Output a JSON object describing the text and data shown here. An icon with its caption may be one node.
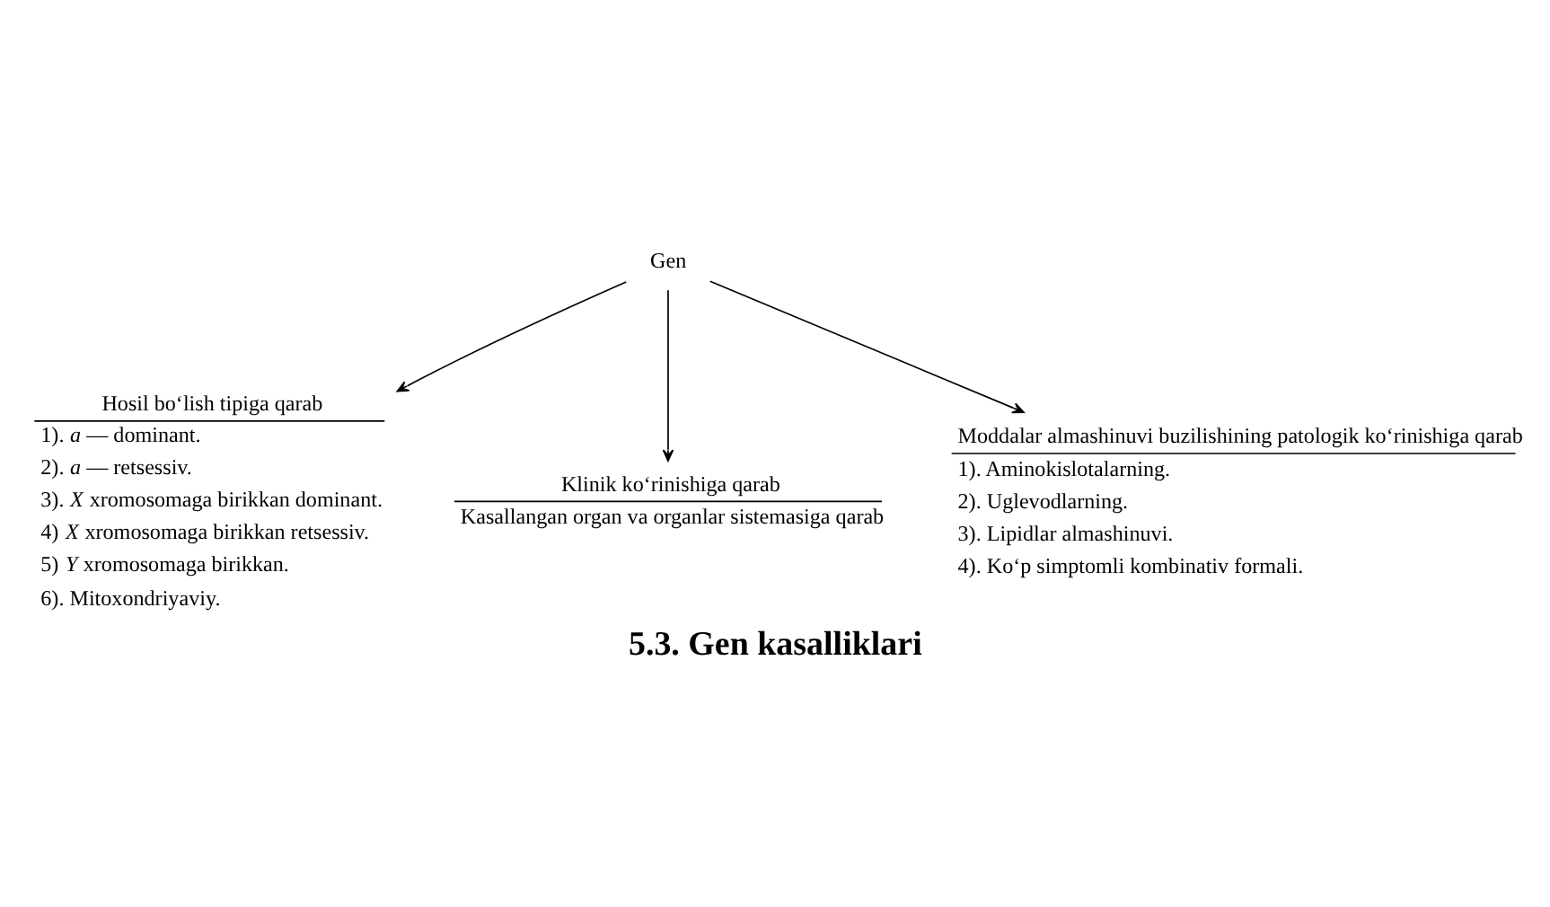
{
  "diagram": {
    "caption": "5.3. Gen kasalliklari",
    "nodes": [
      {
        "text": [
          "Gen"
        ]
      },
      {
        "text": [
          "Hosil bo‘lish tipiga qarab",
          "1). *a* — dominant.",
          "2). *a* — retsessiv.",
          "3). *X* xromosomaga birikkan dominant.",
          "4) *X* xromosomaga birikkan retsessiv.",
          "5) *Y* xromosomaga birikkan.",
          "6). Mitoxondriyaviy."
        ]
      },
      {
        "text": [
          "Klinik ko‘rinishiga qarab",
          "Kasallangan organ va organlar sistemasiga qarab"
        ]
      },
      {
        "text": [
          "Moddalar almashinuvi buzilishining patologik ko‘rinishiga qarab",
          "1). Aminokislotalarning.",
          "2). Uglevodlarning.",
          "3). Lipidlar almashinuvi.",
          "4). Ko‘p simptomli kombinativ formali."
        ]
      }
    ],
    "edges": [
      {
        "from": 0,
        "to": 1,
        "arrow": "to"
      },
      {
        "from": 0,
        "to": 2,
        "arrow": "to"
      },
      {
        "from": 0,
        "to": 3,
        "arrow": "to"
      }
    ]
  }
}
